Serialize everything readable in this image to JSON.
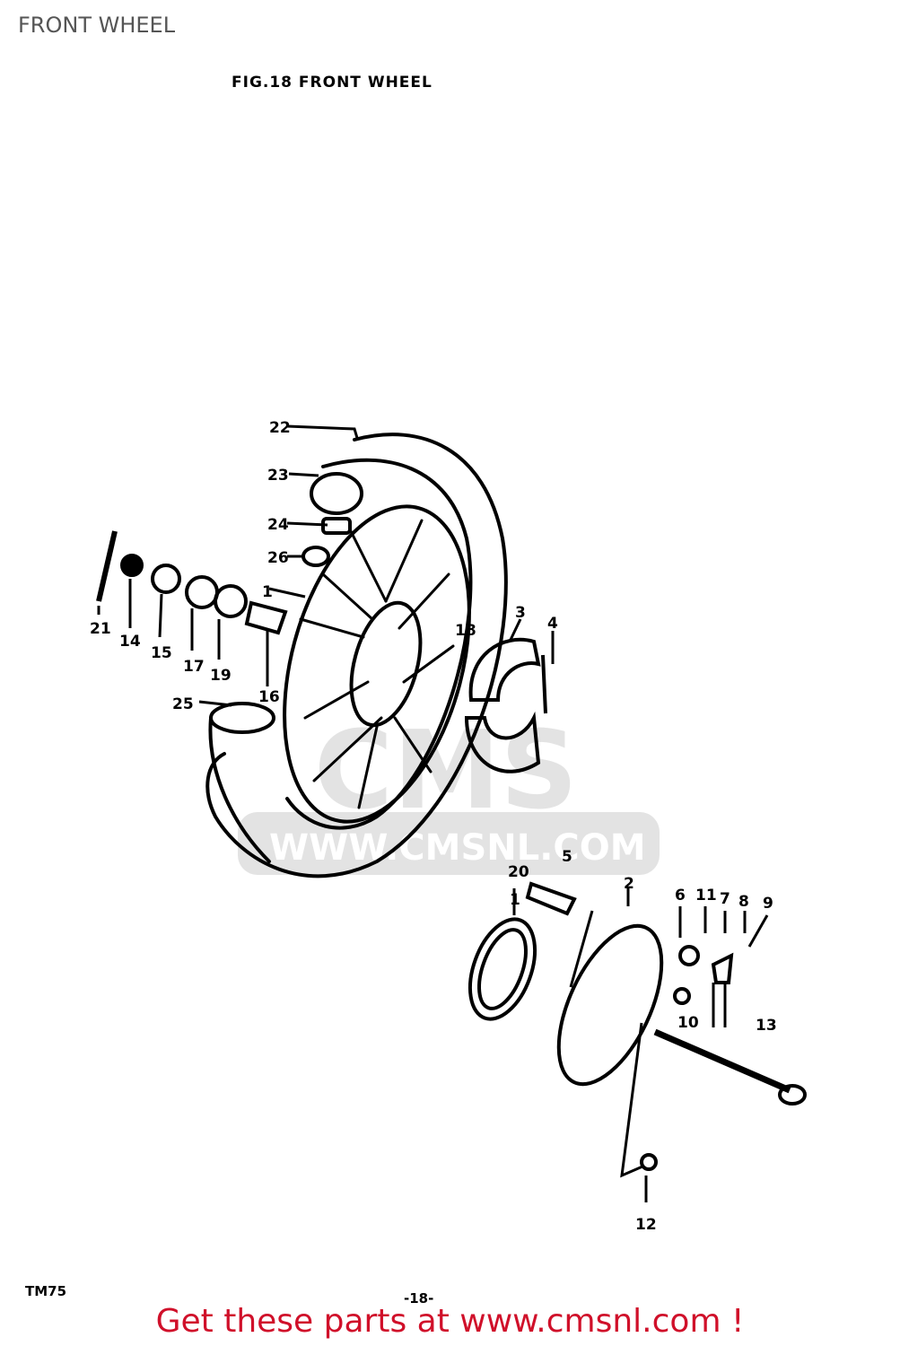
{
  "header": {
    "title": "FRONT WHEEL"
  },
  "figure": {
    "caption": "FIG.18  FRONT WHEEL",
    "model_code": "TM75",
    "page_number": "-18-"
  },
  "watermark": {
    "text": "WWW.CMSNL.COM",
    "brand": "CMS"
  },
  "callouts": [
    "1",
    "2",
    "3",
    "4",
    "5",
    "6",
    "7",
    "8",
    "9",
    "10",
    "11",
    "12",
    "13",
    "14",
    "15",
    "16",
    "17",
    "18",
    "19",
    "20",
    "21",
    "22",
    "23",
    "24",
    "25",
    "26"
  ],
  "footer": {
    "cta": "Get these parts at www.cmsnl.com !"
  },
  "colors": {
    "cta": "#d0102a",
    "watermark": "#d9d9d9",
    "line": "#000000"
  }
}
